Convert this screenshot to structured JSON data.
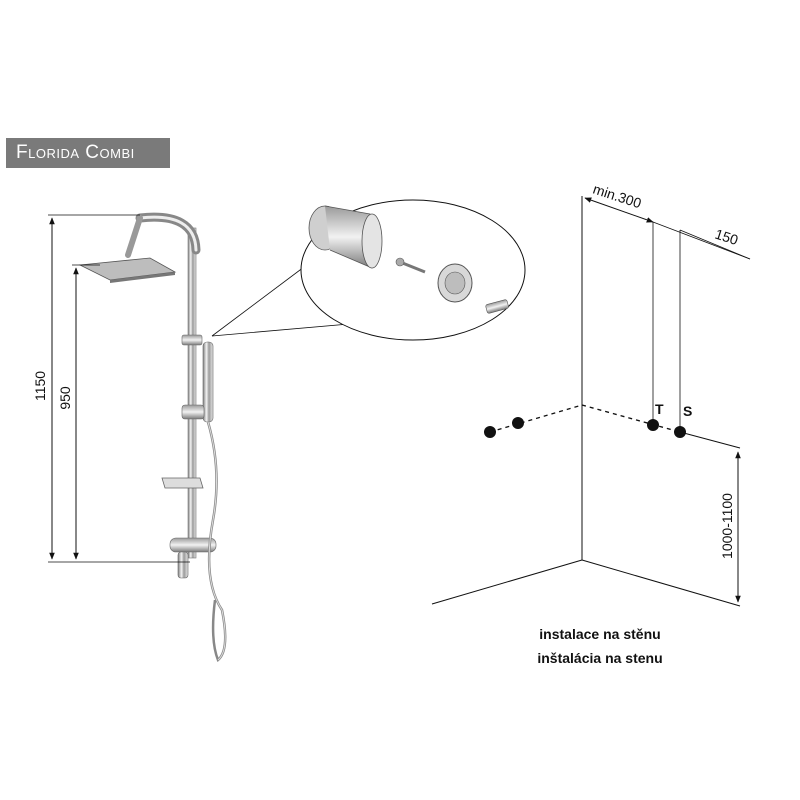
{
  "title": "Florida Combi",
  "dimensions": {
    "total_height": "1150",
    "head_height": "950",
    "min_spacing": "min.300",
    "outlet_spacing": "150",
    "outlet_height": "1000-1100"
  },
  "outlets": {
    "left": "T",
    "right": "S"
  },
  "caption": {
    "line1": "instalace  na stěnu",
    "line2": "inštalácia  na stenu"
  }
}
